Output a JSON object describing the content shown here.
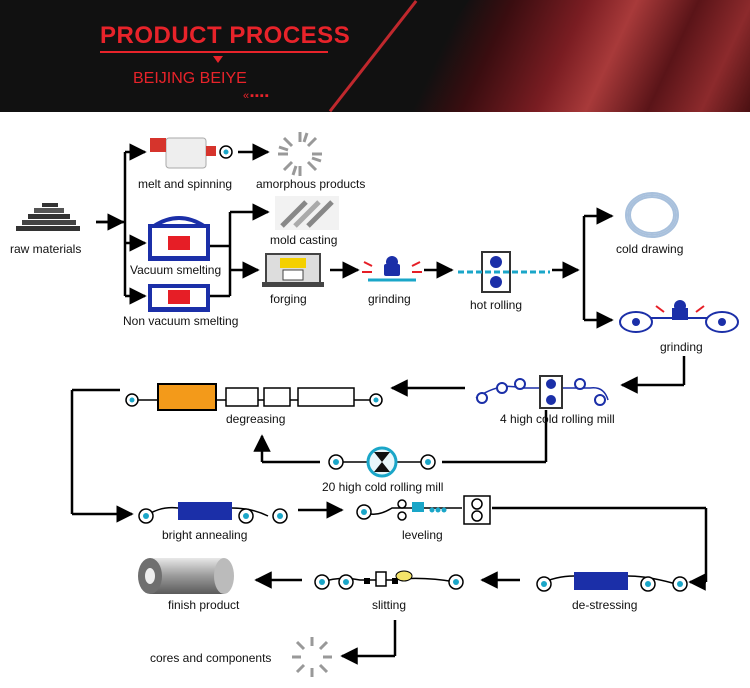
{
  "header": {
    "title": "PRODUCT PROCESS",
    "subtitle": "BEIJING BEIYE",
    "dots": "«▪▪▪▪"
  },
  "steps": {
    "raw_materials": "raw materials",
    "melt_spinning": "melt and spinning",
    "amorphous_products": "amorphous products",
    "mold_casting": "mold casting",
    "vacuum_smelting": "Vacuum smelting",
    "non_vacuum_smelting": "Non vacuum smelting",
    "forging": "forging",
    "grinding_1": "grinding",
    "hot_rolling": "hot rolling",
    "cold_drawing": "cold drawing",
    "grinding_2": "grinding",
    "four_high_mill": "4 high cold rolling mill",
    "degreasing": "degreasing",
    "twenty_high_mill": "20 high cold rolling mill",
    "bright_annealing": "bright annealing",
    "leveling": "leveling",
    "de_stressing": "de-stressing",
    "slitting": "slitting",
    "finish_product": "finish product",
    "cores_components": "cores and components"
  },
  "colors": {
    "accent_red": "#e8232a",
    "machine_blue": "#1b2fa8",
    "roller_cyan": "#1aa6c8",
    "furnace_orange": "#f39a1a"
  }
}
